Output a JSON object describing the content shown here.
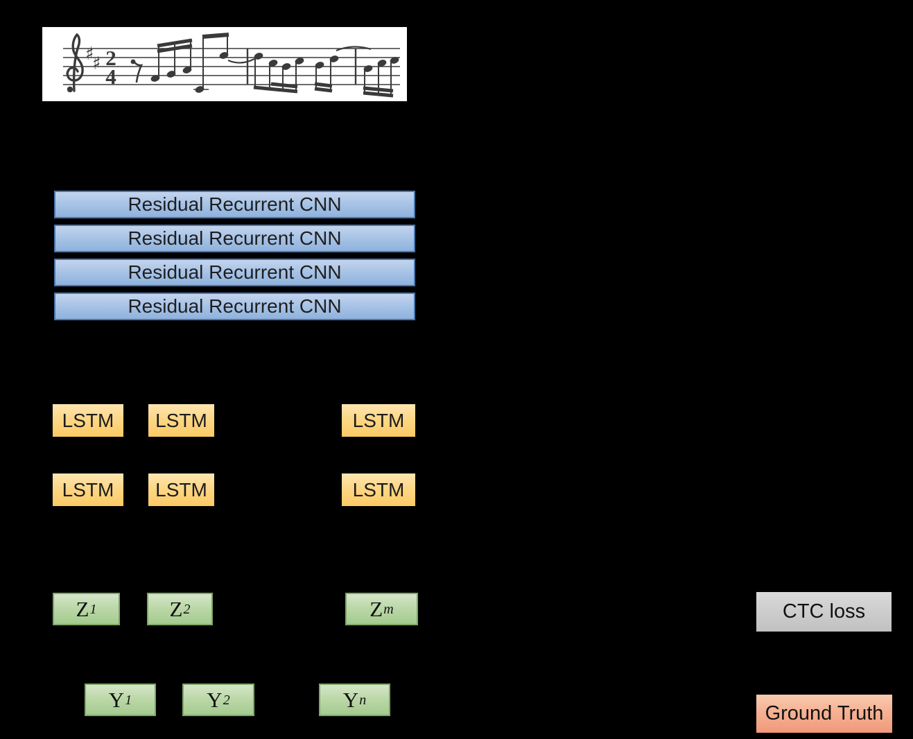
{
  "figure": {
    "background_color": "#000000",
    "score_image": {
      "alt": "sheet-music-staff-excerpt"
    },
    "cnn_stack": {
      "labels": [
        "Residual Recurrent CNN",
        "Residual Recurrent CNN",
        "Residual Recurrent CNN",
        "Residual Recurrent CNN"
      ]
    },
    "lstm_grid": {
      "label": "LSTM",
      "rows": 2,
      "cols": 3
    },
    "z_row": [
      {
        "base": "Z",
        "sub": "1"
      },
      {
        "base": "Z",
        "sub": "2"
      },
      {
        "base": "Z",
        "sub": "m"
      }
    ],
    "y_row": [
      {
        "base": "Y",
        "sub": "1"
      },
      {
        "base": "Y",
        "sub": "2"
      },
      {
        "base": "Y",
        "sub": "n"
      }
    ],
    "ctc_label": "CTC loss",
    "ground_truth_label": "Ground Truth",
    "colors": {
      "cnn_fill_top": "#c3d4ee",
      "cnn_fill_bottom": "#8fb2dd",
      "cnn_border": "#4a76ad",
      "lstm_fill_top": "#fee5b0",
      "lstm_fill_bottom": "#fcca64",
      "green_fill_top": "#d5e6c9",
      "green_fill_bottom": "#a4cb8e",
      "green_border": "#7ea768",
      "ctc_fill_top": "#dadada",
      "ctc_fill_bottom": "#c1c1c1",
      "ground_truth_fill_top": "#f9cbb0",
      "ground_truth_fill_bottom": "#f0997a",
      "score_background": "#ffffff"
    }
  }
}
